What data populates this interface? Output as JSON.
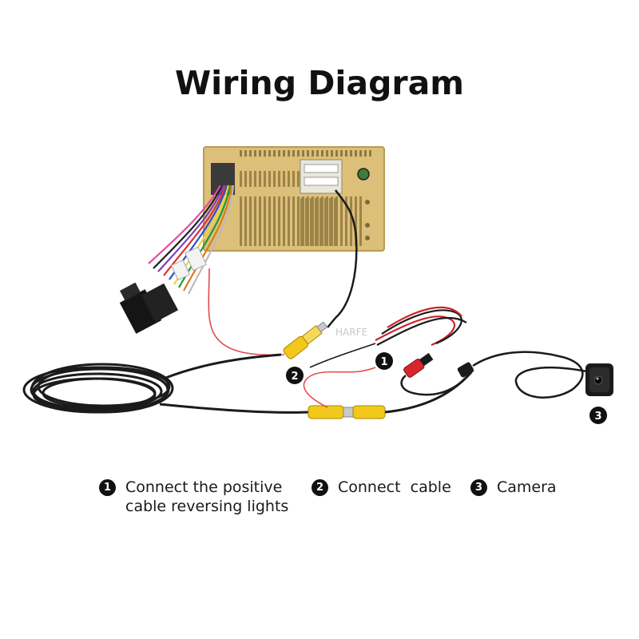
{
  "title": "Wiring Diagram",
  "watermark": "HARFE",
  "badges": {
    "one": "1",
    "two": "2",
    "three": "3"
  },
  "legend": [
    {
      "num": "1",
      "text_line1": "Connect the positive",
      "text_line2": "cable reversing lights"
    },
    {
      "num": "2",
      "text_line1": "Connect  cable"
    },
    {
      "num": "3",
      "text_line1": "Camera"
    }
  ],
  "colors": {
    "head_unit": "#dcc07a",
    "head_unit_dark": "#b99b52",
    "rca_yellow": "#f2c81a",
    "rca_red": "#d8262e",
    "cable_black": "#1b1b1b",
    "power_red": "#c9252c",
    "thin_red": "#e04a4a"
  }
}
